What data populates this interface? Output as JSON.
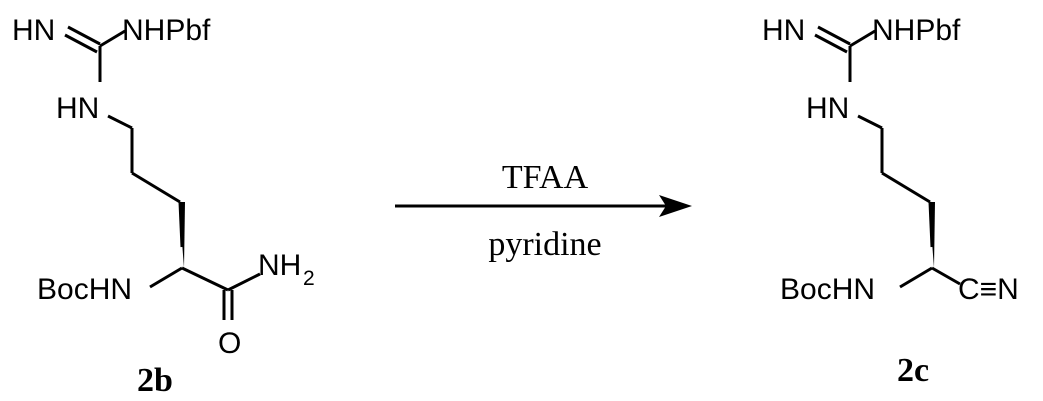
{
  "reactant": {
    "id": "2b",
    "labels": {
      "imine_nh": "HN",
      "pbf_amine": "NHPbf",
      "guanidine_nh": "HN",
      "boc_amine": "BocHN",
      "amide_nh": "NH",
      "amide_sub": "2",
      "carbonyl_o": "O"
    }
  },
  "reaction": {
    "reagent": "TFAA",
    "solvent": "pyridine"
  },
  "product": {
    "id": "2c",
    "labels": {
      "imine_nh": "HN",
      "pbf_amine": "NHPbf",
      "guanidine_nh": "HN",
      "boc_amine": "BocHN",
      "nitrile": "C≡N"
    }
  }
}
